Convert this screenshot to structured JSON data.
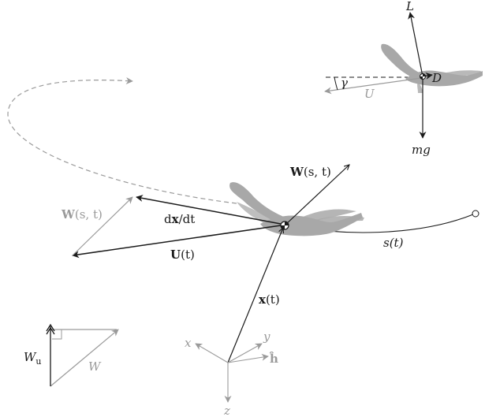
{
  "labels": {
    "lift": "L",
    "drag": "D",
    "gamma": "γ",
    "u_small": "U",
    "weight": "mg",
    "w_top_bold": "W",
    "w_top_args": "(s, t)",
    "w_left_bold": "W",
    "w_left_args": "(s, t)",
    "dxdt_d1": "d",
    "dxdt_x": "x",
    "dxdt_rest": "/d",
    "dxdt_t": "t",
    "u_bold": "U",
    "u_args": "(t)",
    "s_of_t": "s(t)",
    "x_bold": "x",
    "x_args": "(t)",
    "wu_main": "W",
    "wu_sub": "u",
    "w_tri": "W",
    "axis_x": "x",
    "axis_y": "y",
    "axis_z": "z",
    "axis_h": "ĥ"
  },
  "colors": {
    "ink": "#1a1a1a",
    "gray": "#9a9a9a",
    "bird": "#a8a8a8"
  },
  "icons": {
    "bird_main": "soaring-bird-silhouette",
    "bird_inset": "soaring-bird-silhouette"
  }
}
